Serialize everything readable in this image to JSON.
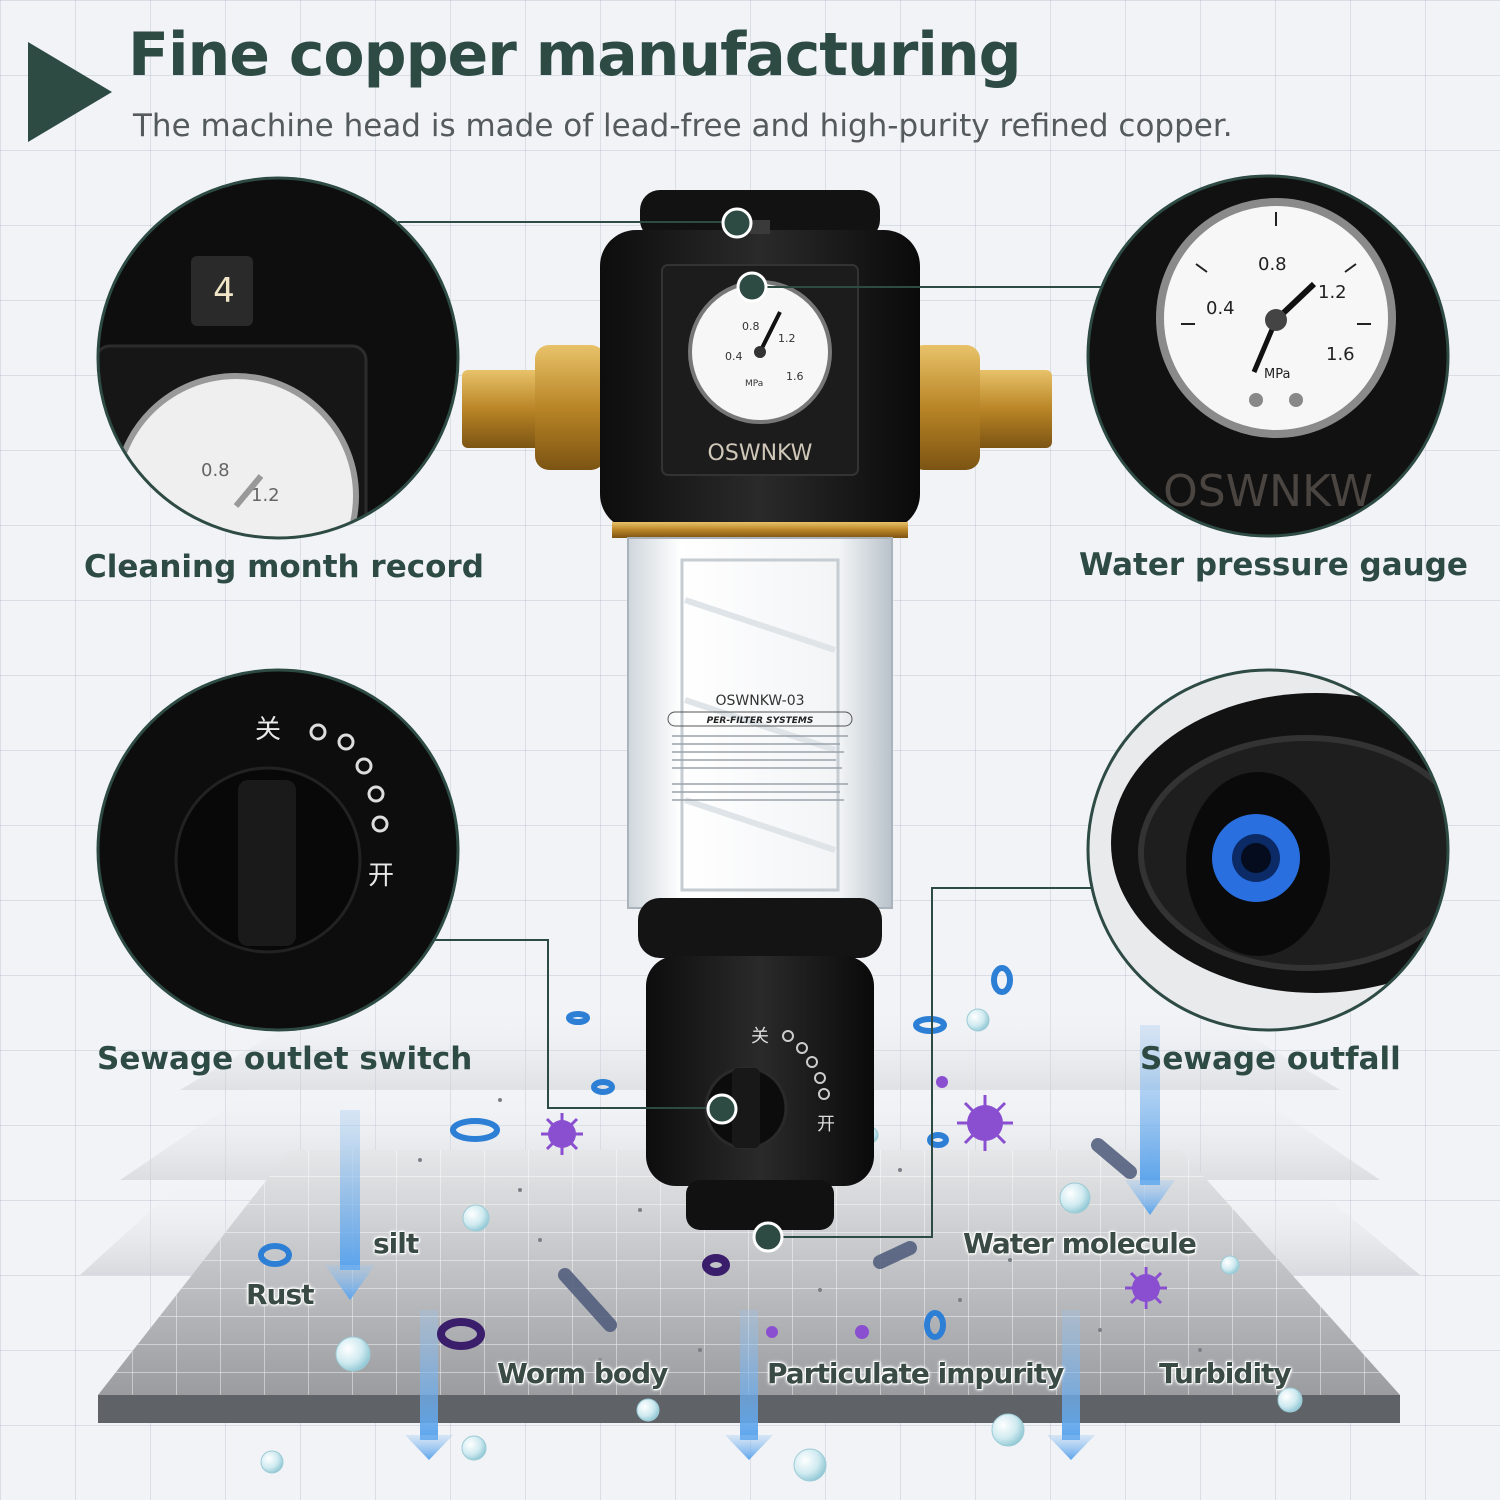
{
  "header": {
    "title": "Fine copper manufacturing",
    "subtitle": "The machine head is made of lead-free and high-purity refined copper."
  },
  "features": {
    "cleaning": "Cleaning month record",
    "gauge": "Water pressure gauge",
    "switch": "Sewage outlet switch",
    "outfall": "Sewage outfall"
  },
  "impurities": {
    "silt": "silt",
    "rust": "Rust",
    "water_molecule": "Water molecule",
    "worm_body": "Worm body",
    "particulate": "Particulate impurity",
    "turbidity": "Turbidity"
  },
  "product": {
    "brand": "OSWNKW",
    "model": "OSWNKW-03",
    "label_heading": "PER-FILTER SYSTEMS",
    "month_digit": "4",
    "switch_close": "关",
    "switch_open": "开",
    "gauge_unit": "MPa",
    "gauge_ticks": [
      "0.4",
      "0.8",
      "1.2",
      "1.6"
    ]
  },
  "colors": {
    "accent": "#2d4a43",
    "brass": "#c99a3a",
    "outfall_blue": "#2a6fe0",
    "virus_purple": "#7a3fc0"
  }
}
